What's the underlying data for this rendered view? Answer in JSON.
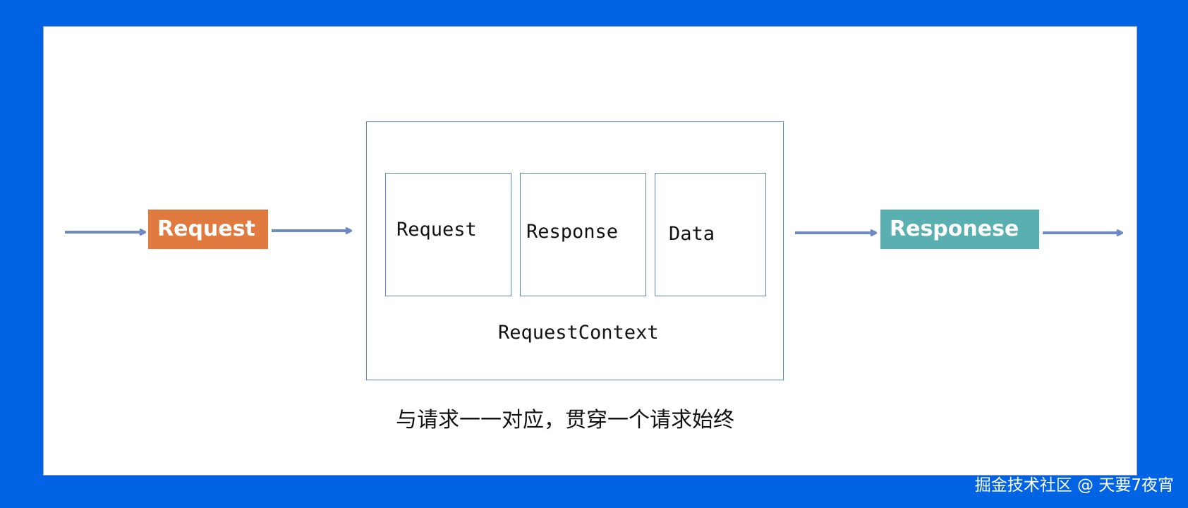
{
  "diagram": {
    "input_label": "Request",
    "output_label": "Responese",
    "container_label": "RequestContext",
    "components": [
      "Request",
      "Response",
      "Data"
    ],
    "caption": "与请求一一对应，贯穿一个请求始终"
  },
  "colors": {
    "background": "#0063e3",
    "request_tag": "#e07a3f",
    "response_tag": "#5aafb1",
    "arrow": "#6f88c6",
    "box_border": "#5b86c8"
  },
  "credit": "掘金技术社区 @ 天要7夜宵"
}
